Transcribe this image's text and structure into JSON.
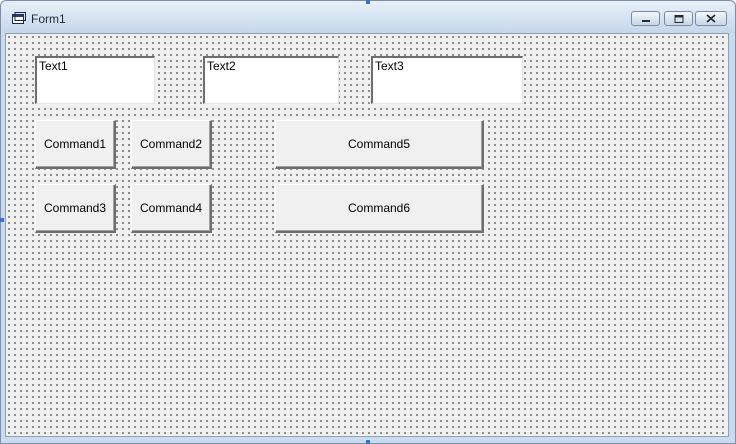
{
  "window": {
    "title": "Form1"
  },
  "textboxes": [
    "Text1",
    "Text2",
    "Text3"
  ],
  "buttons": {
    "command1": "Command1",
    "command2": "Command2",
    "command3": "Command3",
    "command4": "Command4",
    "command5": "Command5",
    "command6": "Command6"
  },
  "icons": {
    "app": "form-icon",
    "minimize": "minimize-icon",
    "maximize": "maximize-icon",
    "close": "close-icon"
  }
}
